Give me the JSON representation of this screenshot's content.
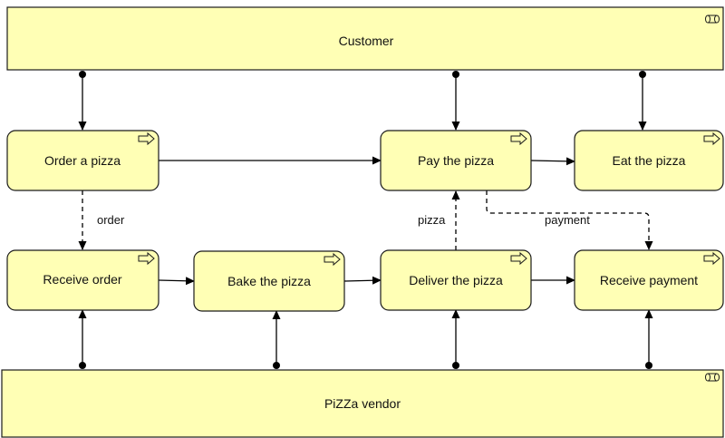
{
  "diagram": {
    "roles": {
      "customer": {
        "label": "Customer",
        "icon": "role-icon"
      },
      "vendor": {
        "label": "PiZZa vendor",
        "icon": "role-icon"
      }
    },
    "processes": {
      "order_pizza": {
        "label": "Order a pizza",
        "icon": "process-arrow-icon"
      },
      "pay_pizza": {
        "label": "Pay the pizza",
        "icon": "process-arrow-icon"
      },
      "eat_pizza": {
        "label": "Eat the pizza",
        "icon": "process-arrow-icon"
      },
      "receive_order": {
        "label": "Receive order",
        "icon": "process-arrow-icon"
      },
      "bake_pizza": {
        "label": "Bake the pizza",
        "icon": "process-arrow-icon"
      },
      "deliver_pizza": {
        "label": "Deliver the pizza",
        "icon": "process-arrow-icon"
      },
      "receive_payment": {
        "label": "Receive payment",
        "icon": "process-arrow-icon"
      }
    },
    "flow_labels": {
      "order": "order",
      "pizza": "pizza",
      "payment": "payment"
    },
    "colors": {
      "element_fill": "#ffffb5",
      "element_stroke": "#1a1a1a",
      "line": "#000000"
    }
  }
}
